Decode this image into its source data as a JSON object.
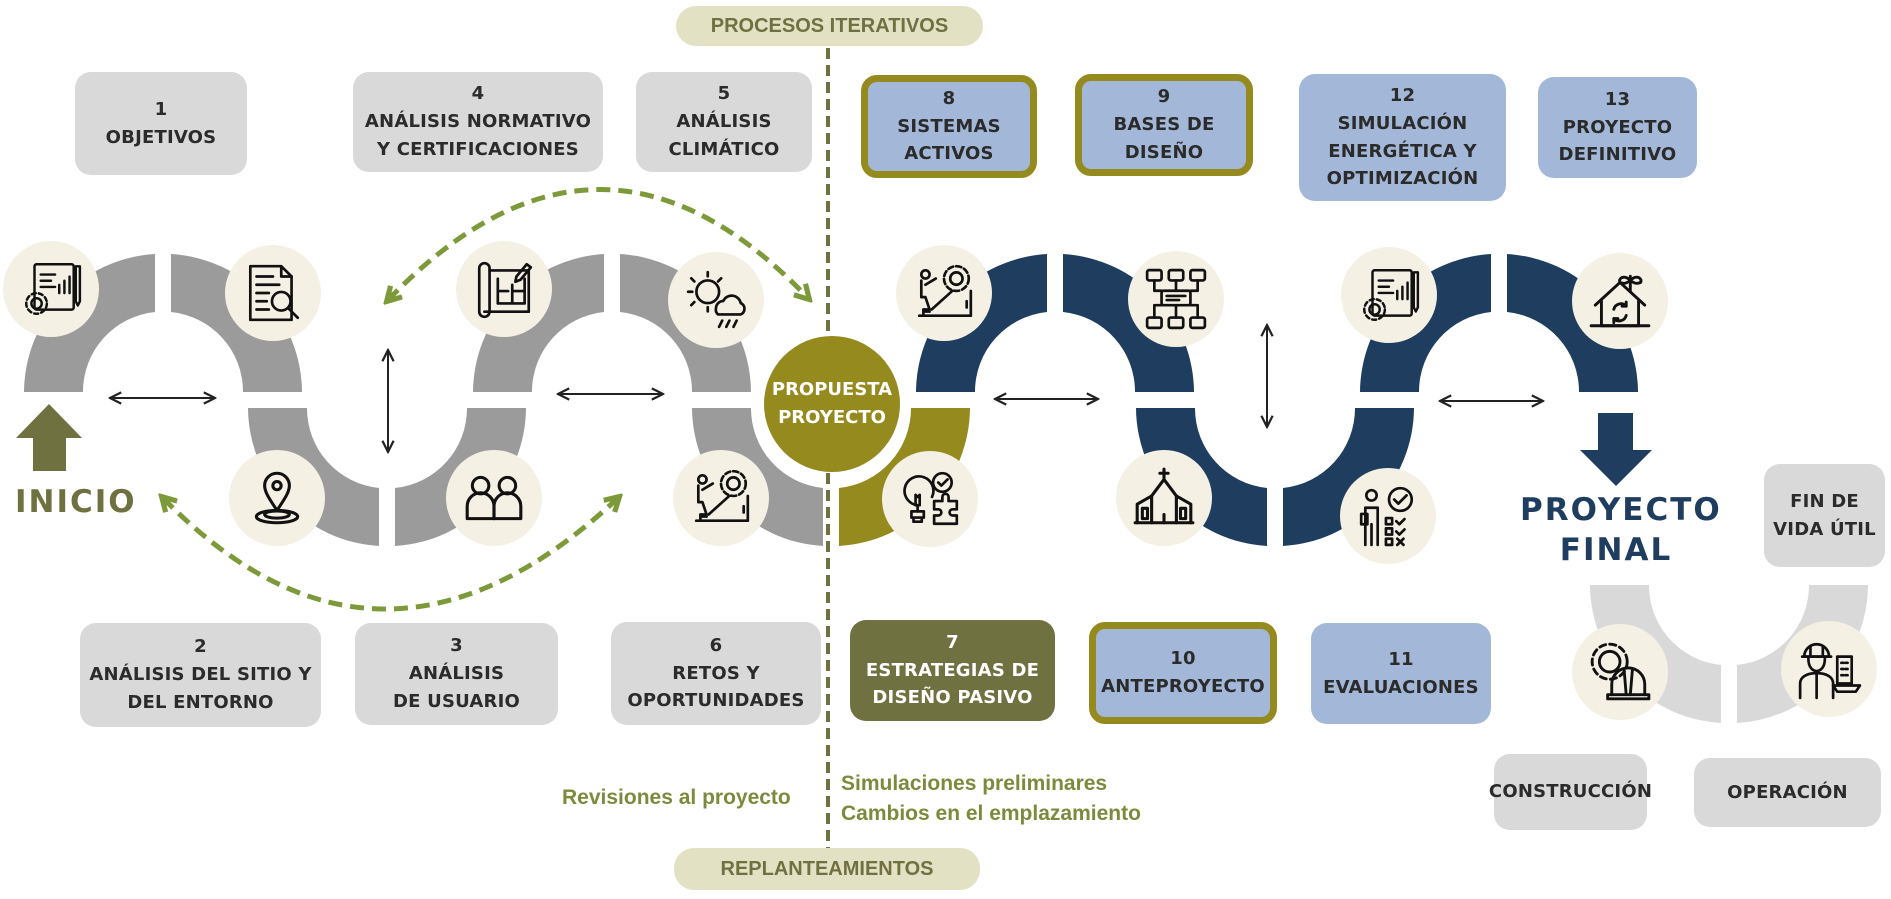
{
  "colors": {
    "gray_spine": "#9b9b9b",
    "olive_spine": "#948a1e",
    "navy_spine": "#1e3d5f",
    "light_gray_spine": "#d9d9d9",
    "dashed_green": "#7d9a3a",
    "box_gray": "#d9d9d9",
    "box_blue": "#a3b8d8",
    "box_olive": "#6f7140",
    "icon_bg": "#f4f1e4"
  },
  "header_pill": {
    "label": "PROCESOS ITERATIVOS"
  },
  "footer_pill": {
    "label": "REPLANTEAMIENTOS"
  },
  "center_node": {
    "line1": "PROPUESTA",
    "line2": "PROYECTO"
  },
  "start": {
    "label": "INICIO",
    "icon": "arrow-up-icon"
  },
  "end": {
    "label_line1": "PROYECTO",
    "label_line2": "FINAL",
    "icon": "arrow-down-icon"
  },
  "notes": {
    "left": "Revisiones al proyecto",
    "right": [
      "Simulaciones preliminares",
      "Cambios en el emplazamiento"
    ]
  },
  "steps": [
    {
      "num": "1",
      "label": "OBJETIVOS",
      "style": "gray",
      "icon": "strategy-document-icon"
    },
    {
      "num": "2",
      "label": "ANÁLISIS DEL SITIO Y\nDEL ENTORNO",
      "style": "gray",
      "icon": "location-pin-icon"
    },
    {
      "num": "3",
      "label": "ANÁLISIS\nDE USUARIO",
      "style": "gray",
      "icon": "users-icon"
    },
    {
      "num": "4",
      "label": "ANÁLISIS NORMATIVO\nY CERTIFICACIONES",
      "style": "gray",
      "icon": "blueprint-icon"
    },
    {
      "num": "5",
      "label": "ANÁLISIS\nCLIMÁTICO",
      "style": "gray",
      "icon": "weather-icon"
    },
    {
      "num": "6",
      "label": "RETOS Y\nOPORTUNIDADES",
      "style": "gray",
      "icon": "climbing-goal-icon"
    },
    {
      "num": "7",
      "label": "ESTRATEGIAS DE\nDISEÑO PASIVO",
      "style": "olive",
      "icon": "idea-puzzle-icon"
    },
    {
      "num": "8",
      "label": "SISTEMAS\nACTIVOS",
      "style": "blue-outlined",
      "icon": "climbing-goal-icon"
    },
    {
      "num": "9",
      "label": "BASES DE\nDISEÑO",
      "style": "blue-outlined",
      "icon": "flowchart-icon"
    },
    {
      "num": "10",
      "label": "ANTEPROYECTO",
      "style": "blue-outlined",
      "icon": "building-icon"
    },
    {
      "num": "11",
      "label": "EVALUACIONES",
      "style": "blue",
      "icon": "checklist-person-icon"
    },
    {
      "num": "12",
      "label": "SIMULACIÓN\nENERGÉTICA Y\nOPTIMIZACIÓN",
      "style": "blue",
      "icon": "strategy-document-icon"
    },
    {
      "num": "13",
      "label": "PROYECTO\nDEFINITIVO",
      "style": "blue",
      "icon": "eco-house-icon"
    }
  ],
  "lifecycle": [
    {
      "label": "CONSTRUCCIÓN",
      "icon": "gear-helmet-icon"
    },
    {
      "label": "OPERACIÓN",
      "icon": "engineer-building-icon"
    },
    {
      "label": "FIN DE\nVIDA ÚTIL"
    }
  ],
  "document_search_icon": "document-search-icon"
}
